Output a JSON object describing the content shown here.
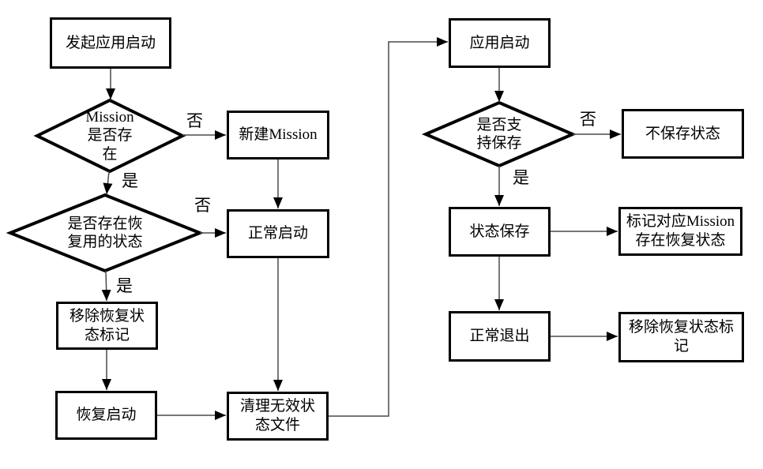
{
  "diagram": {
    "type": "flowchart",
    "background": "#ffffff",
    "colors": {
      "node_border": "#000000",
      "node_fill": "#ffffff",
      "connector": "#4a4a4a",
      "arrowhead": "#000000",
      "text": "#000000"
    },
    "nodes": {
      "start": {
        "type": "process",
        "label": "发起应用启动"
      },
      "mission_exists": {
        "type": "decision",
        "label": "Mission\n是否存\n在"
      },
      "new_mission": {
        "type": "process",
        "label": "新建Mission"
      },
      "has_recovery_state": {
        "type": "decision",
        "label": "是否存在恢\n复用的状态"
      },
      "normal_start": {
        "type": "process",
        "label": "正常启动"
      },
      "remove_recovery_mark": {
        "type": "process",
        "label": "移除恢复状\n态标记"
      },
      "recovery_start": {
        "type": "process",
        "label": "恢复启动"
      },
      "clean_invalid_state_files": {
        "type": "process",
        "label": "清理无效状\n态文件"
      },
      "app_start": {
        "type": "process",
        "label": "应用启动"
      },
      "supports_save": {
        "type": "decision",
        "label": "是否支\n持保存"
      },
      "no_save_state": {
        "type": "process",
        "label": "不保存状态"
      },
      "save_state": {
        "type": "process",
        "label": "状态保存"
      },
      "mark_mission_recovery": {
        "type": "process",
        "label": "标记对应Mission\n存在恢复状态"
      },
      "normal_exit": {
        "type": "process",
        "label": "正常退出"
      },
      "remove_recovery_mark_2": {
        "type": "process",
        "label": "移除恢复状态标\n记"
      }
    },
    "edge_labels": {
      "mission_exists_no": "否",
      "mission_exists_yes": "是",
      "has_recovery_state_no": "否",
      "has_recovery_state_yes": "是",
      "supports_save_no": "否",
      "supports_save_yes": "是"
    }
  }
}
